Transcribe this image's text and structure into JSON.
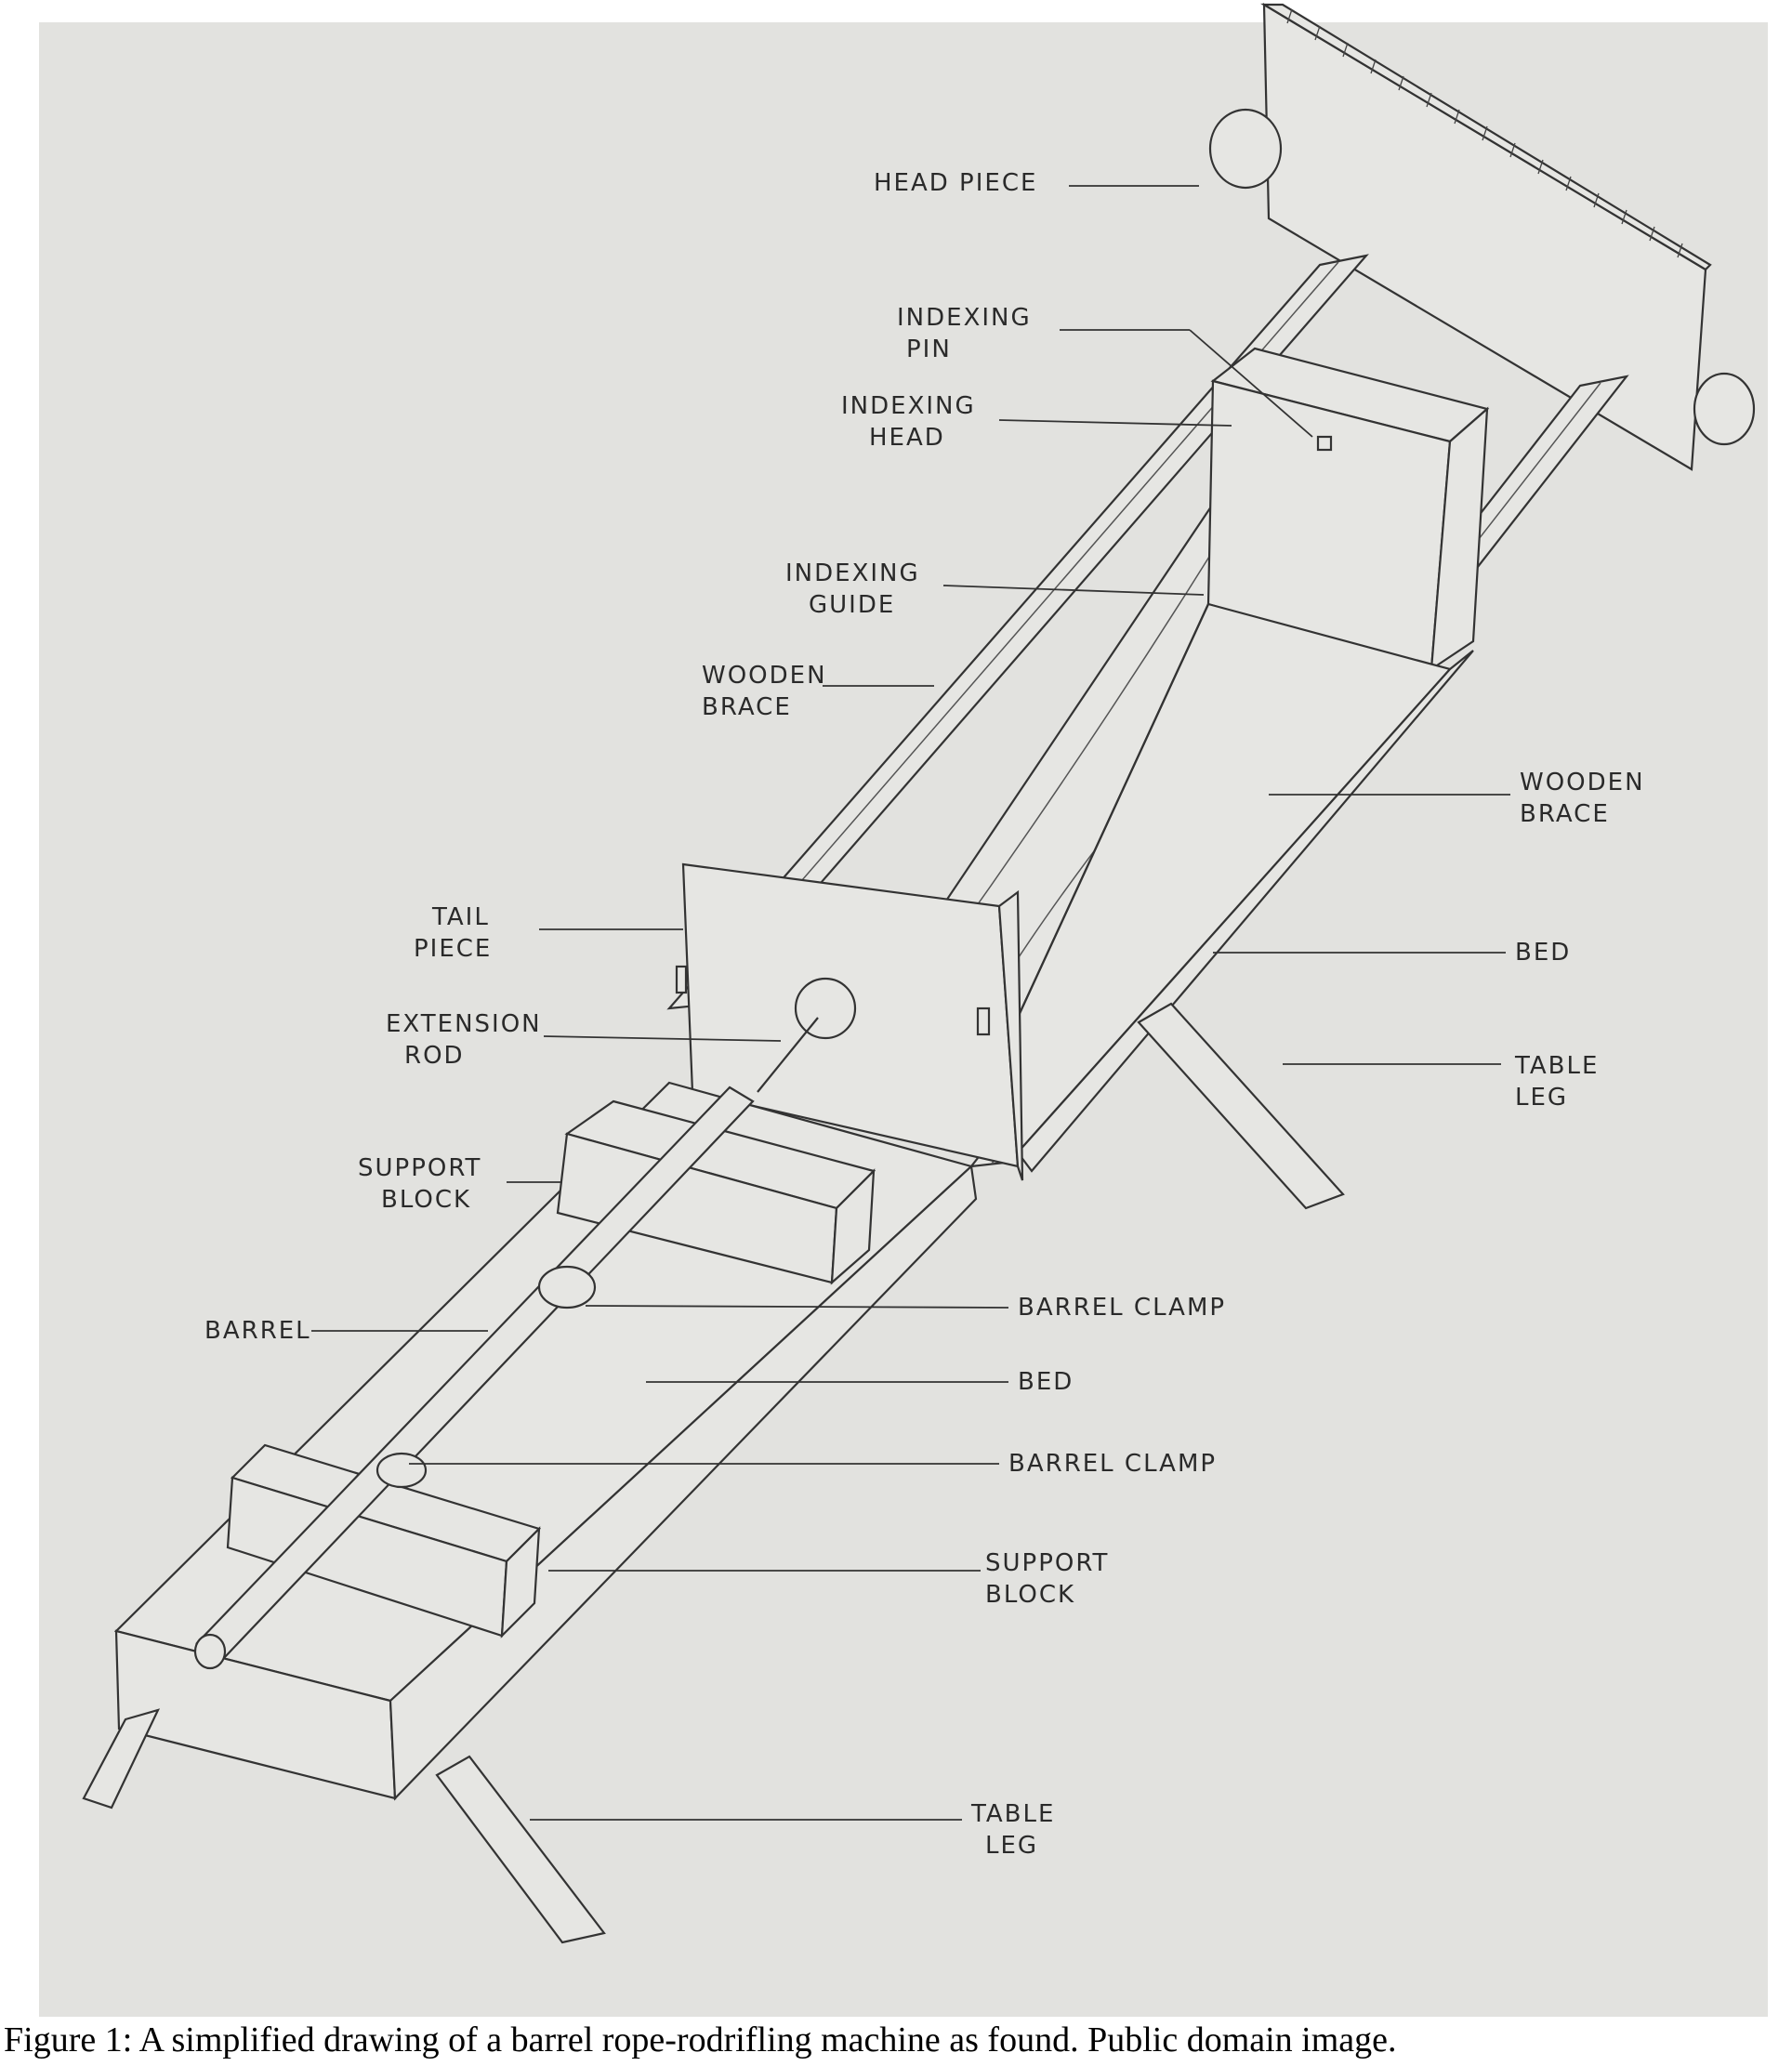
{
  "labels": {
    "head_piece": "HEAD PIECE",
    "indexing_pin": [
      "INDEXING",
      "PIN"
    ],
    "indexing_head": [
      "INDEXING",
      "HEAD"
    ],
    "indexing_guide": [
      "INDEXING",
      "GUIDE"
    ],
    "wooden_brace_left": [
      "WOODEN",
      "BRACE"
    ],
    "wooden_brace_right": [
      "WOODEN",
      "BRACE"
    ],
    "tail_piece": [
      "TAIL",
      "PIECE"
    ],
    "bed_upper": "BED",
    "extension_rod": [
      "EXTENSION",
      "ROD"
    ],
    "table_leg_upper": [
      "TABLE",
      "LEG"
    ],
    "support_block_upper": [
      "SUPPORT",
      "BLOCK"
    ],
    "barrel_clamp_upper": "BARREL CLAMP",
    "barrel": "BARREL",
    "bed_lower": "BED",
    "barrel_clamp_lower": "BARREL CLAMP",
    "support_block_lower": [
      "SUPPORT",
      "BLOCK"
    ],
    "table_leg_lower": [
      "TABLE",
      "LEG"
    ]
  },
  "caption": "Figure 1: A simplified drawing of a barrel rope-rodrifling machine as found. Public domain image.",
  "colors": {
    "paper": "#e2e2df",
    "pencil": "#333333"
  }
}
